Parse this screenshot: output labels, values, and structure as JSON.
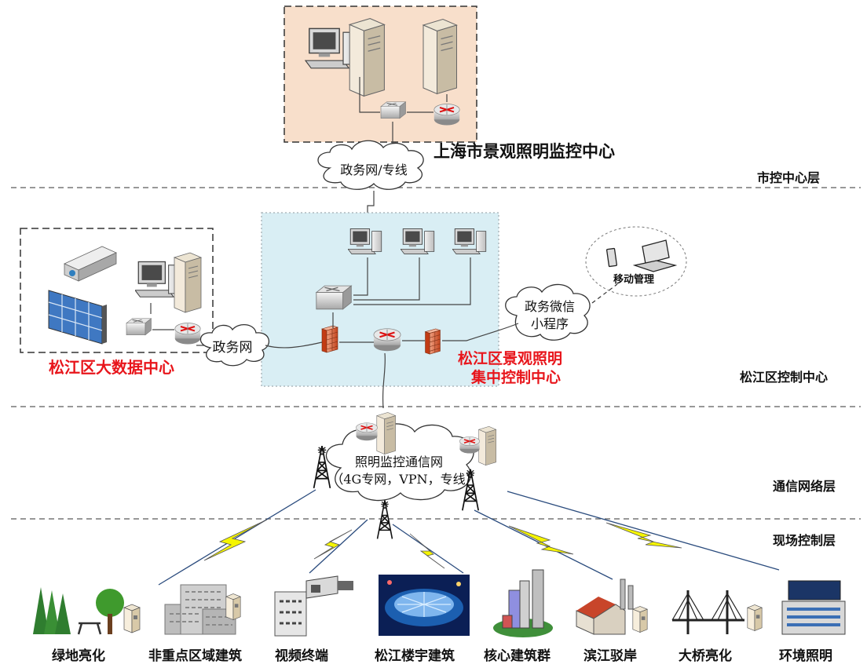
{
  "colors": {
    "center_box": "#f8dfcb",
    "control_box": "#d9eef4",
    "red_label": "#e8151b",
    "lightning": "#f5f500",
    "link_line": "#2b4c7e",
    "dashed": "#777777"
  },
  "cloud_labels": {
    "gov_network_line": "政务网/专线",
    "gov_network": "政务网",
    "wechat_line1": "政务微信",
    "wechat_line2": "小程序",
    "comm_line1": "照明监控通信网",
    "comm_line2": "（4G专网，VPN，专线）"
  },
  "titles": {
    "city_center": "上海市景观照明监控中心",
    "big_data": "松江区大数据中心",
    "district_center_line1": "松江区景观照明",
    "district_center_line2": "集中控制中心",
    "mobile": "移动管理"
  },
  "layers": [
    "市控中心层",
    "松江区控制中心",
    "通信网络层",
    "现场控制层"
  ],
  "field_sites": [
    {
      "label": "绿地亮化",
      "icon": "tree-icon"
    },
    {
      "label": "非重点区域建筑",
      "icon": "building-icon"
    },
    {
      "label": "视频终端",
      "icon": "camera-icon"
    },
    {
      "label": "松江楼宇建筑",
      "icon": "stadium-photo-icon"
    },
    {
      "label": "核心建筑群",
      "icon": "skyscraper-icon"
    },
    {
      "label": "滨江驳岸",
      "icon": "factory-icon"
    },
    {
      "label": "大桥亮化",
      "icon": "bridge-icon"
    },
    {
      "label": "环境照明",
      "icon": "billboard-icon"
    }
  ]
}
